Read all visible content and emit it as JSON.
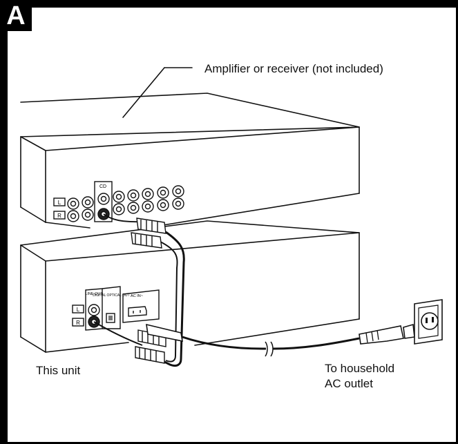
{
  "figure": {
    "panel_letter": "A",
    "labels": {
      "amplifier": "Amplifier or receiver (not included)",
      "this_unit": "This unit",
      "outlet_line1": "To household",
      "outlet_line2": "AC outlet"
    },
    "panel_text": {
      "cd": "CD",
      "line_out": "LINE OUT",
      "digital_optical_out": "DIGITAL OPTICAL OUT",
      "ac_in": "AC IN~",
      "left_channel": "L",
      "right_channel": "R"
    }
  }
}
